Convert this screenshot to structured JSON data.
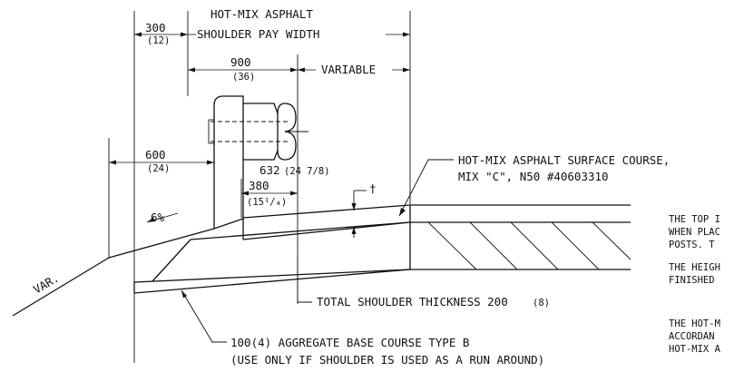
{
  "labels": {
    "dim_300": "300",
    "dim_300_in": "(12)",
    "pay_width_line1": "HOT-MIX ASPHALT",
    "pay_width_line2": "SHOULDER PAY WIDTH",
    "dim_900": "900",
    "dim_900_in": "(36)",
    "variable": "VARIABLE",
    "dim_600": "600",
    "dim_600_in": "(24)",
    "dim_632": "632",
    "dim_632_in": "(24 7/8)",
    "dim_380": "380",
    "dim_380_in": "(15¹/₄)",
    "slope": "6%",
    "var": "VAR.",
    "dagger": "†",
    "surface_line1": "HOT-MIX ASPHALT SURFACE COURSE,",
    "surface_line2": "MIX \"C\", N50   #40603310",
    "total_thickness": "TOTAL SHOULDER THICKNESS 200",
    "total_thickness_in": "(8)",
    "base_line1": "100(4) AGGREGATE BASE COURSE TYPE B",
    "base_line2": "(USE ONLY IF SHOULDER IS USED AS A RUN AROUND)"
  },
  "notes": [
    "THE TOP I",
    "WHEN PLAC",
    "POSTS.  T",
    "THE HEIGH",
    "FINISHED",
    "THE HOT-M",
    "ACCORDAN",
    "HOT-MIX A"
  ]
}
